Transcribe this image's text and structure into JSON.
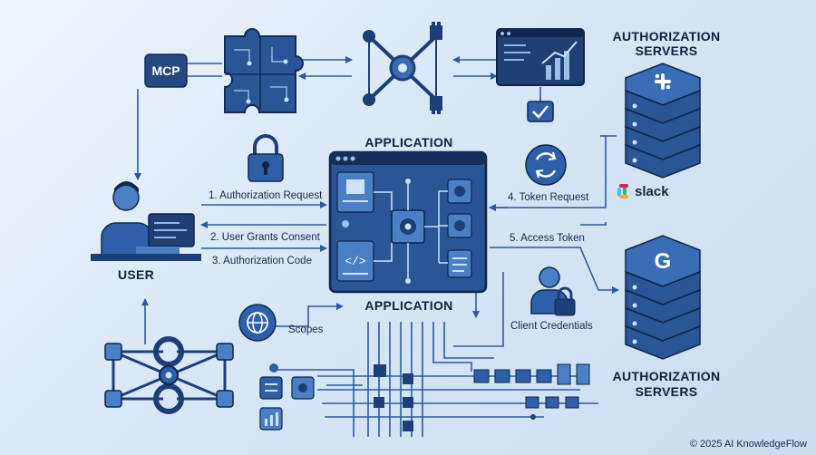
{
  "headings": {
    "application_top": "APPLICATION",
    "application_bottom": "APPLICATION",
    "auth_servers_top_line1": "AUTHORIZATION",
    "auth_servers_top_line2": "SERVERS",
    "auth_servers_bottom_line1": "AUTHORIZATION",
    "auth_servers_bottom_line2": "SERVERS",
    "user": "USER"
  },
  "mcp_label": "MCP",
  "flows": {
    "step1": "1. Authorization Request",
    "step2": "2. User Grants Consent",
    "step3": "3. Authorization Code",
    "step4": "4. Token Request",
    "step5": "5. Access Token",
    "scopes": "Scopes",
    "client_credentials": "Client Credentials"
  },
  "providers": {
    "slack": "slack",
    "google_glyph": "G"
  },
  "footer": "© 2025 AI KnowledgeFlow",
  "colors": {
    "navy": "#1d3f78",
    "mid_blue": "#2f5fa8",
    "light_blue": "#4a7fc6",
    "pale_blue": "#9cc0e8",
    "line": "#2c5aa0"
  }
}
